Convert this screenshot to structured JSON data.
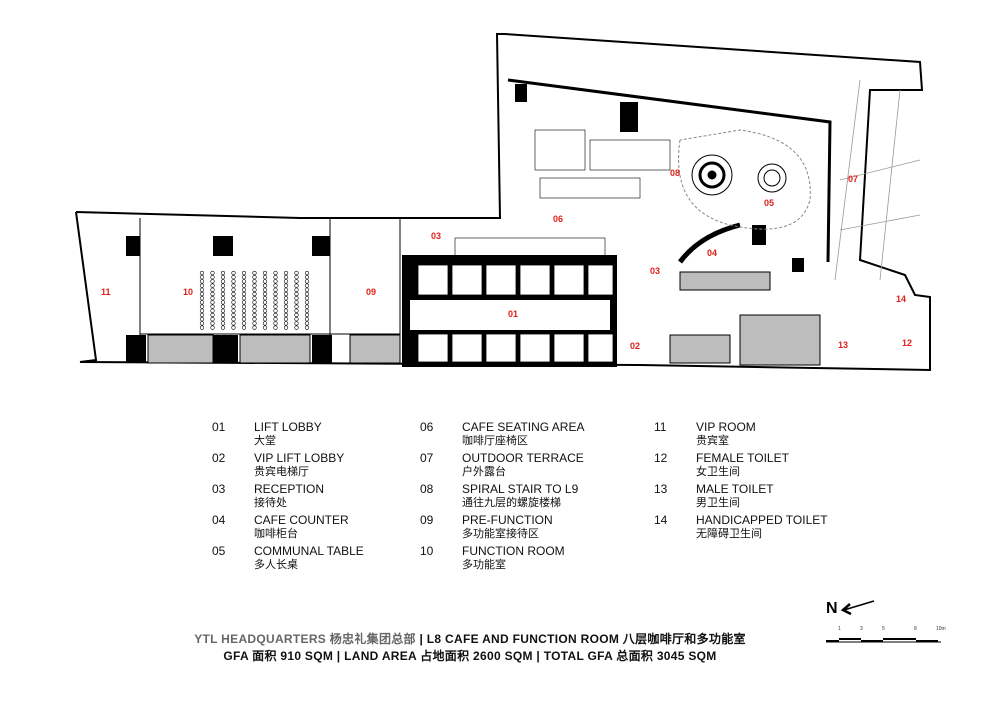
{
  "plan": {
    "room_labels": [
      "01",
      "02",
      "03",
      "03",
      "04",
      "05",
      "06",
      "07",
      "08",
      "09",
      "10",
      "11",
      "12",
      "13",
      "14"
    ]
  },
  "legend": [
    {
      "num": "01",
      "en": "LIFT LOBBY",
      "cn": "大堂"
    },
    {
      "num": "02",
      "en": "VIP LIFT LOBBY",
      "cn": "贵宾电梯厅"
    },
    {
      "num": "03",
      "en": "RECEPTION",
      "cn": "接待处"
    },
    {
      "num": "04",
      "en": "CAFE COUNTER",
      "cn": "咖啡柜台"
    },
    {
      "num": "05",
      "en": "COMMUNAL TABLE",
      "cn": "多人长桌"
    },
    {
      "num": "06",
      "en": "CAFE  SEATING AREA",
      "cn": "咖啡厅座椅区"
    },
    {
      "num": "07",
      "en": "OUTDOOR TERRACE",
      "cn": "户外露台"
    },
    {
      "num": "08",
      "en": "SPIRAL STAIR TO L9",
      "cn": "通往九层的螺旋楼梯"
    },
    {
      "num": "09",
      "en": "PRE-FUNCTION",
      "cn": "多功能室接待区"
    },
    {
      "num": "10",
      "en": "FUNCTION ROOM",
      "cn": "多功能室"
    },
    {
      "num": "11",
      "en": "VIP ROOM",
      "cn": "贵宾室"
    },
    {
      "num": "12",
      "en": "FEMALE TOILET",
      "cn": "女卫生间"
    },
    {
      "num": "13",
      "en": "MALE TOILET",
      "cn": "男卫生间"
    },
    {
      "num": "14",
      "en": "HANDICAPPED TOILET",
      "cn": "无障碍卫生间"
    }
  ],
  "footer": {
    "project": "YTL HEADQUARTERS 杨忠礼集团总部",
    "title": "|  L8 CAFE AND FUNCTION ROOM 八层咖啡厅和多功能室",
    "line2": "GFA 面积 910 SQM  |  LAND AREA 占地面积 2600 SQM   |  TOTAL GFA 总面积 3045 SQM"
  },
  "north": {
    "label": "N"
  },
  "scale": {
    "ticks": [
      "1",
      "3",
      "5",
      "8",
      "10m"
    ]
  },
  "colors": {
    "label": "#e0201c",
    "wall": "#000000",
    "fill": "#bdbdbd"
  }
}
